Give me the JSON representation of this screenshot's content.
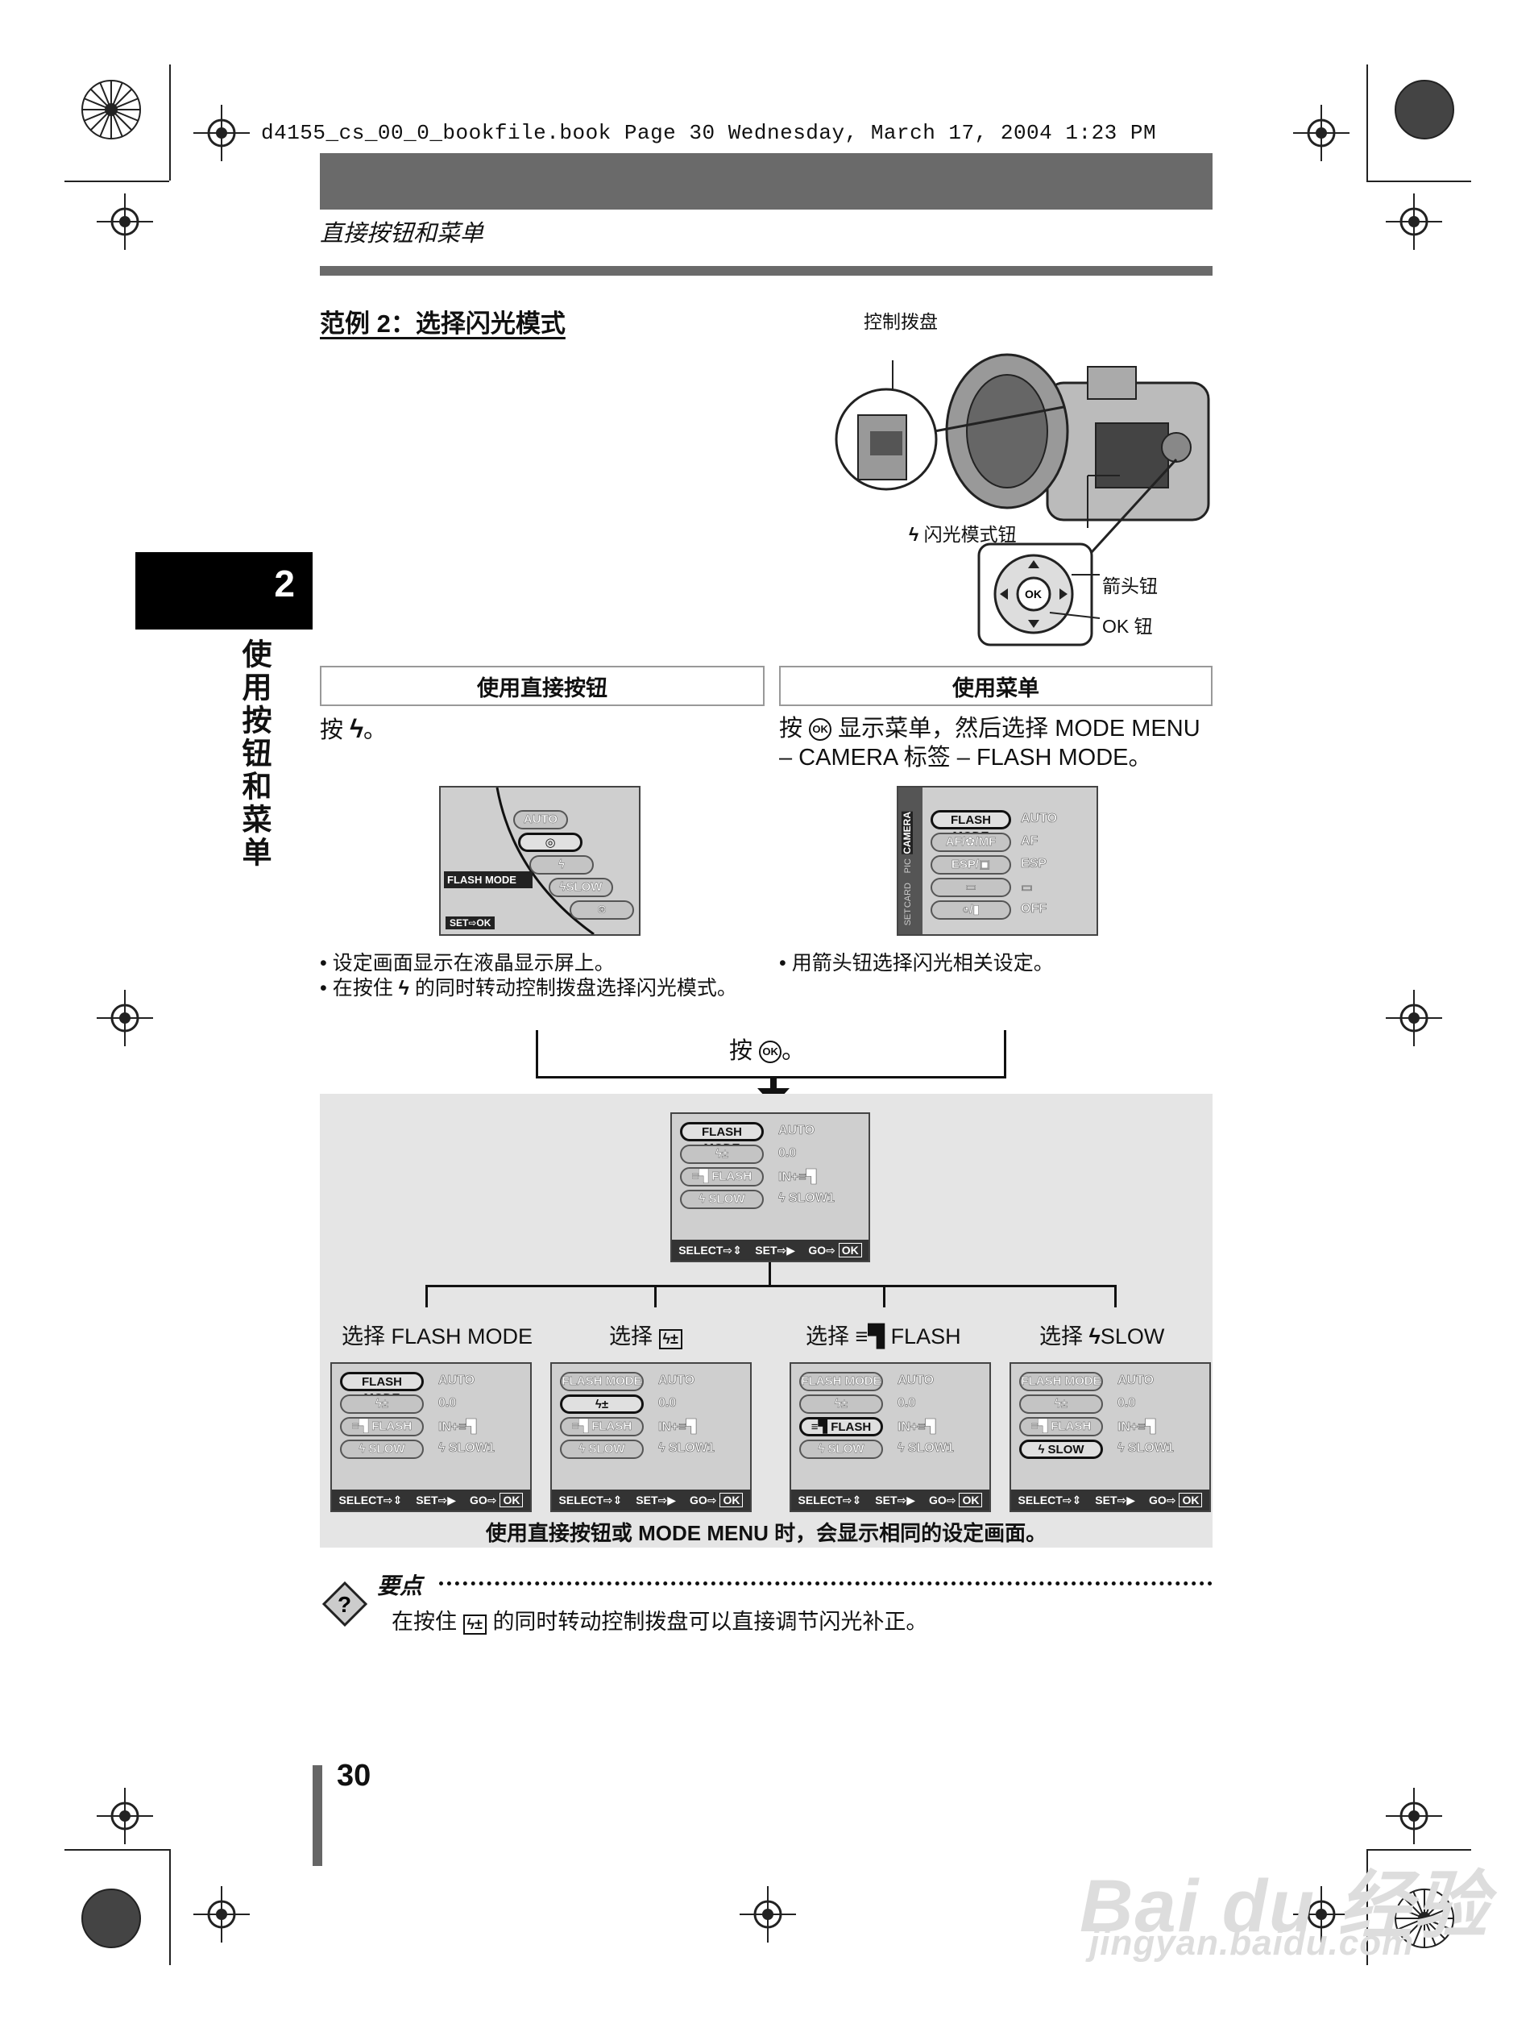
{
  "header": {
    "file_line": "d4155_cs_00_0_bookfile.book  Page 30  Wednesday, March 17, 2004  1:23 PM",
    "section": "直接按钮和菜单"
  },
  "example_title": "范例 2：选择闪光模式",
  "side_tab": {
    "number": "2",
    "vertical": "使用按钮和菜单"
  },
  "camera_labels": {
    "dial": "控制拨盘",
    "flash_btn": "闪光模式钮",
    "arrow_btn": "箭头钮",
    "ok_btn": "OK 钮"
  },
  "left_col": {
    "head": "使用直接按钮",
    "press": "按",
    "press_end": "。",
    "bullets": [
      "设定画面显示在液晶显示屏上。",
      "在按住",
      "的同时转动控制拨盘选择闪光模式。"
    ]
  },
  "right_col": {
    "head": "使用菜单",
    "line1a": "按",
    "line1b": "显示菜单，然后选择 MODE MENU",
    "line2": "– CAMERA 标签 – FLASH MODE。",
    "bullet": "用箭头钮选择闪光相关设定。"
  },
  "lcd_left": {
    "items": [
      "AUTO",
      "◎",
      "ϟ",
      "ϟSLOW",
      "⊛"
    ],
    "label": "FLASH MODE",
    "set": "SET⇨OK"
  },
  "lcd_right": {
    "tabs": [
      "CAMERA",
      "PIC",
      "CARD",
      "SET"
    ],
    "rows": [
      {
        "k": "FLASH MODE",
        "v": "AUTO"
      },
      {
        "k": "AF/✿/MF",
        "v": "AF"
      },
      {
        "k": "ESP/▣",
        "v": "ESP"
      },
      {
        "k": "▭",
        "v": "▭"
      },
      {
        "k": "◔/▮",
        "v": "OFF"
      }
    ]
  },
  "press_ok": {
    "a": "按",
    "b": "。"
  },
  "flash_menu": {
    "rows": [
      {
        "k": "FLASH MODE",
        "v": "AUTO"
      },
      {
        "k": "ϟ±",
        "v": "0.0"
      },
      {
        "k": "≡▜ FLASH",
        "v": "IN+≡▜"
      },
      {
        "k": "ϟ SLOW",
        "v": "ϟ SLOW1"
      }
    ],
    "bar": [
      "SELECT⇨⇕",
      "SET⇨▶",
      "GO⇨",
      "OK"
    ]
  },
  "select_labels": [
    "选择 FLASH MODE",
    "选择",
    "选择",
    "FLASH",
    "选择",
    "SLOW"
  ],
  "bottom_caption": "使用直接按钮或 MODE MENU 时，会显示相同的设定画面。",
  "note": {
    "title": "要点",
    "text_a": "在按住",
    "text_b": "的同时转动控制拨盘可以直接调节闪光补正。"
  },
  "page_number": "30",
  "watermark": {
    "main": "Bai du 经验",
    "sub": "jingyan.baidu.com"
  }
}
